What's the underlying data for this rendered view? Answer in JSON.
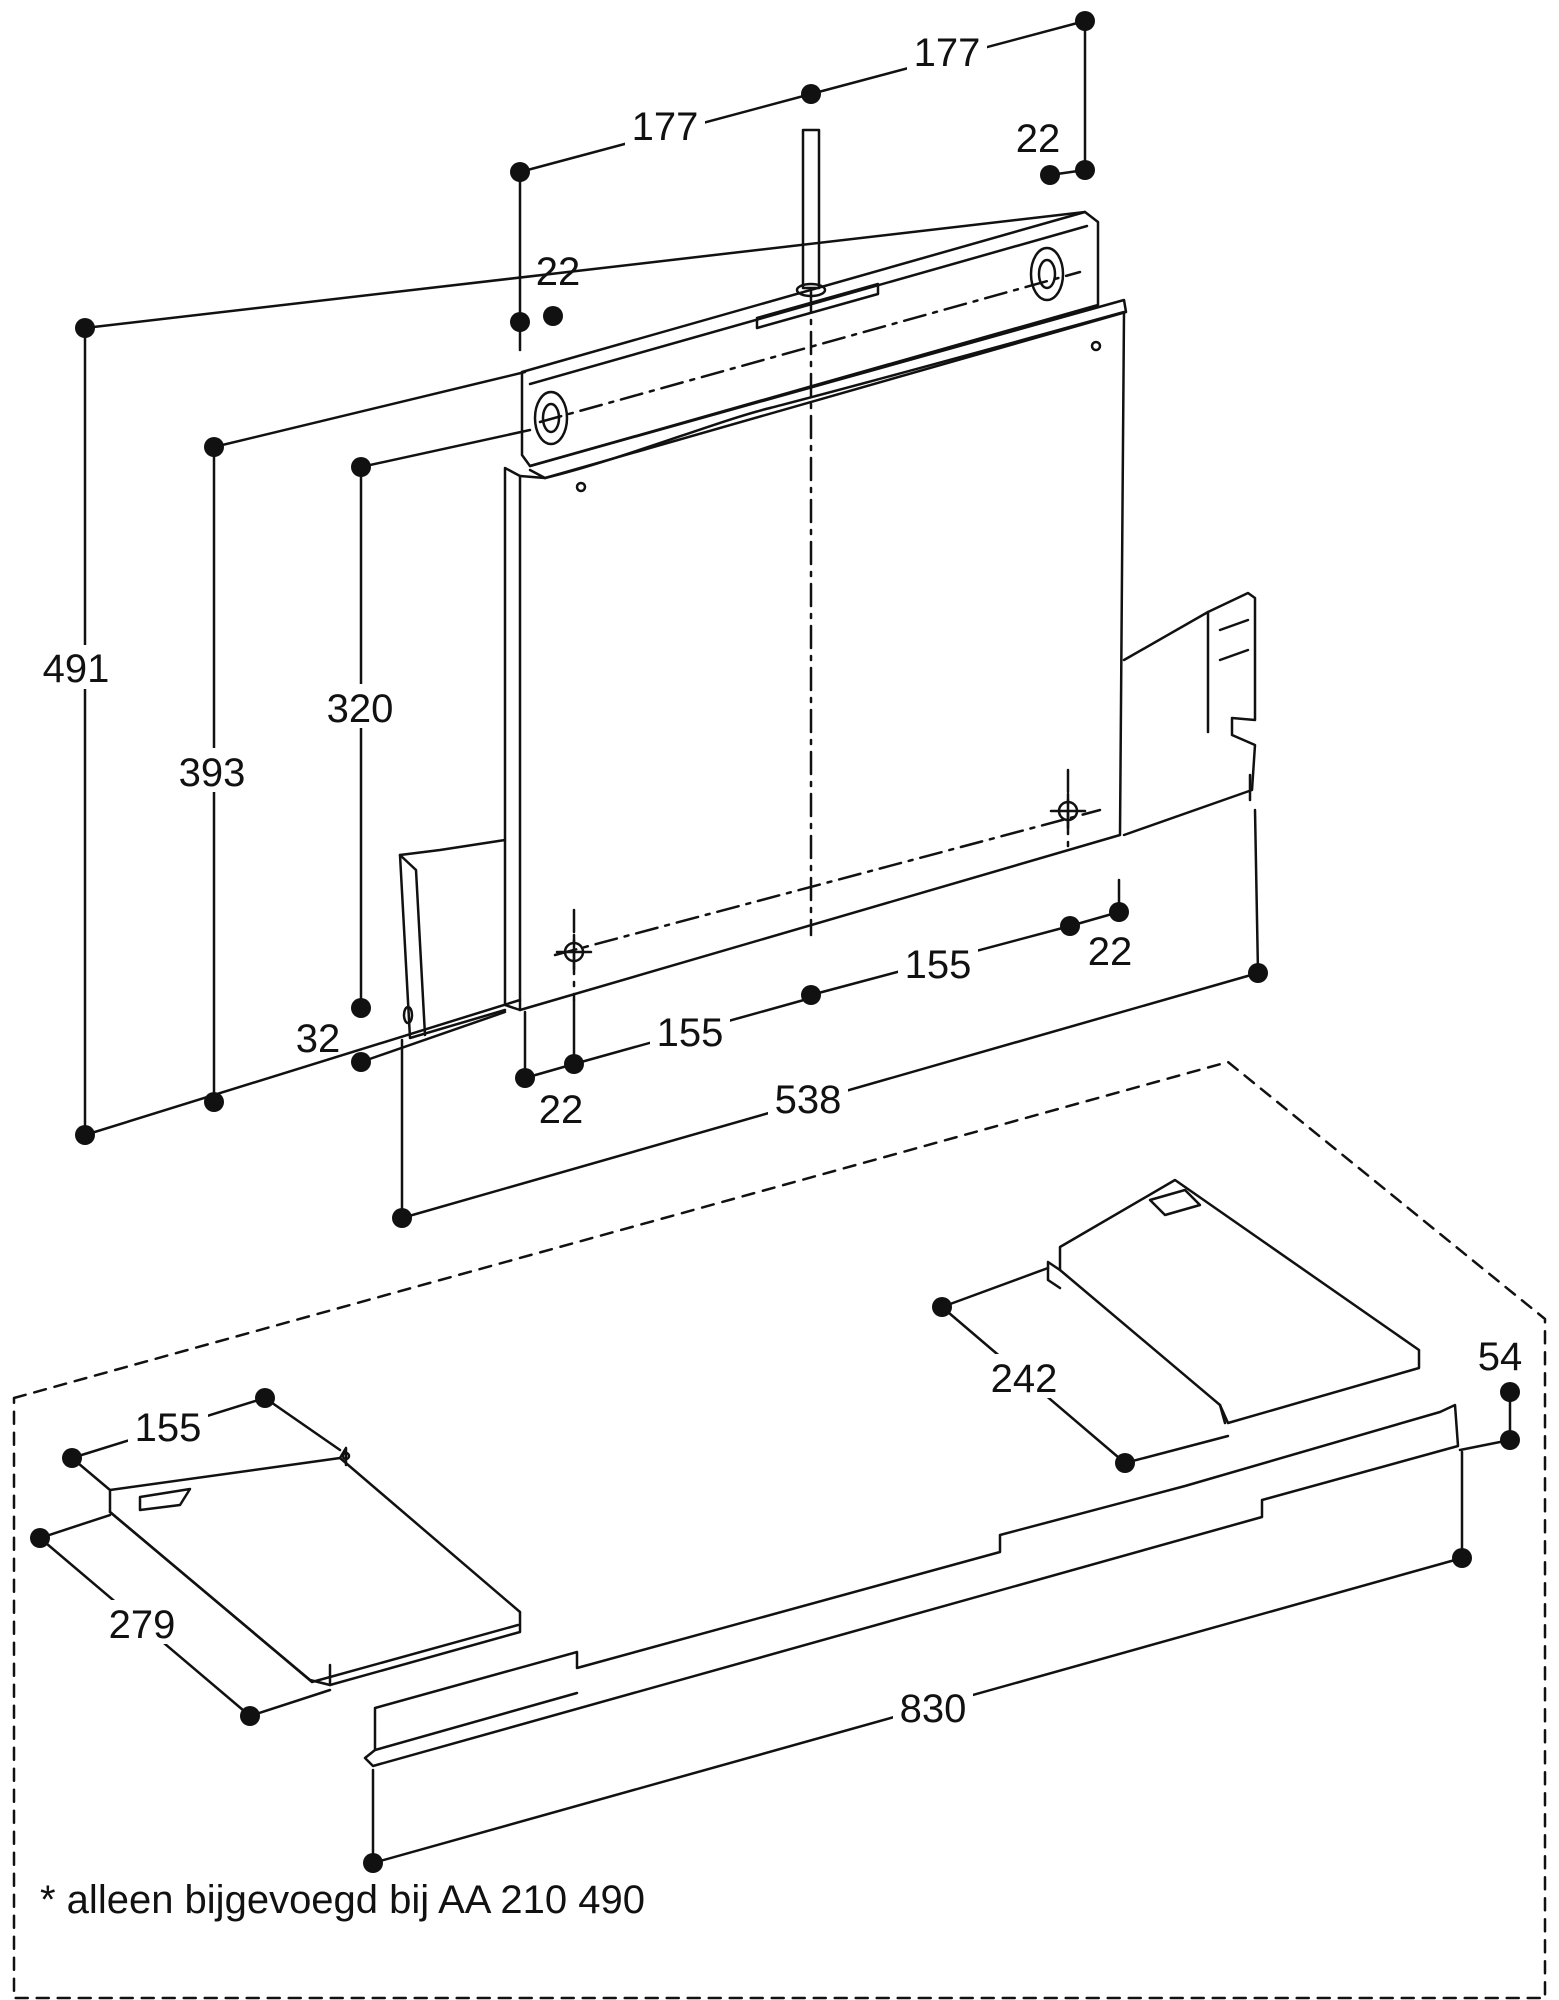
{
  "colors": {
    "line": "#111111",
    "background": "#ffffff"
  },
  "dimensions": {
    "top_177_right": "177",
    "top_177_left": "177",
    "slot_22_right": "22",
    "slot_22_left": "22",
    "height_491": "491",
    "height_393": "393",
    "height_320": "320",
    "offset_32": "32",
    "bottom_155_right": "155",
    "bottom_22_right": "22",
    "bottom_155_left": "155",
    "bottom_22_left": "22",
    "width_538": "538",
    "width_155_shelf": "155",
    "depth_279": "279",
    "depth_242": "242",
    "height_54": "54",
    "length_830": "830"
  },
  "footnote": "* alleen bijgevoegd bij AA 210 490"
}
